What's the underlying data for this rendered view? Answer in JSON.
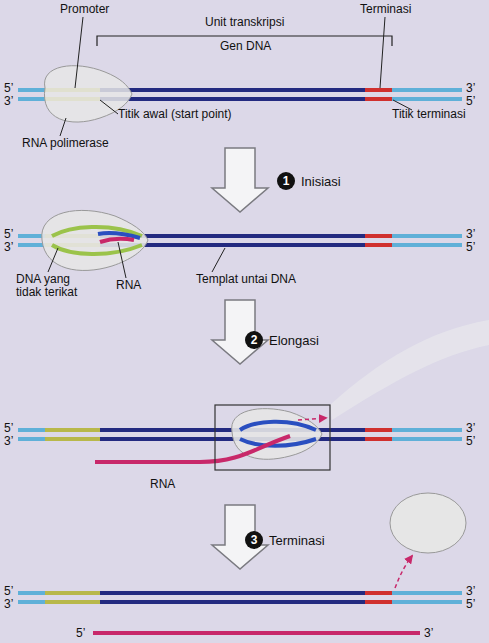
{
  "diagram": {
    "nodes": [
      {
        "text": [
          "1",
          "Inisiasi"
        ]
      },
      {
        "text": [
          "2",
          "Elongasi"
        ]
      },
      {
        "text": [
          "3",
          "Terminasi"
        ]
      }
    ],
    "labels": [
      "Promoter",
      "Unit transkripsi",
      "Gen DNA",
      "Terminasi",
      "5’",
      "3’",
      "3’",
      "5’",
      "Titik awal (start point)",
      "RNA polimerase",
      "Titik terminasi",
      "5’",
      "3’",
      "3’",
      "5’",
      "DNA yang tidak terikat",
      "RNA",
      "Templat untai DNA",
      "5’",
      "3’",
      "3’",
      "5’",
      "RNA",
      "5’",
      "3’",
      "3’",
      "5’",
      "5’",
      "3’"
    ]
  }
}
